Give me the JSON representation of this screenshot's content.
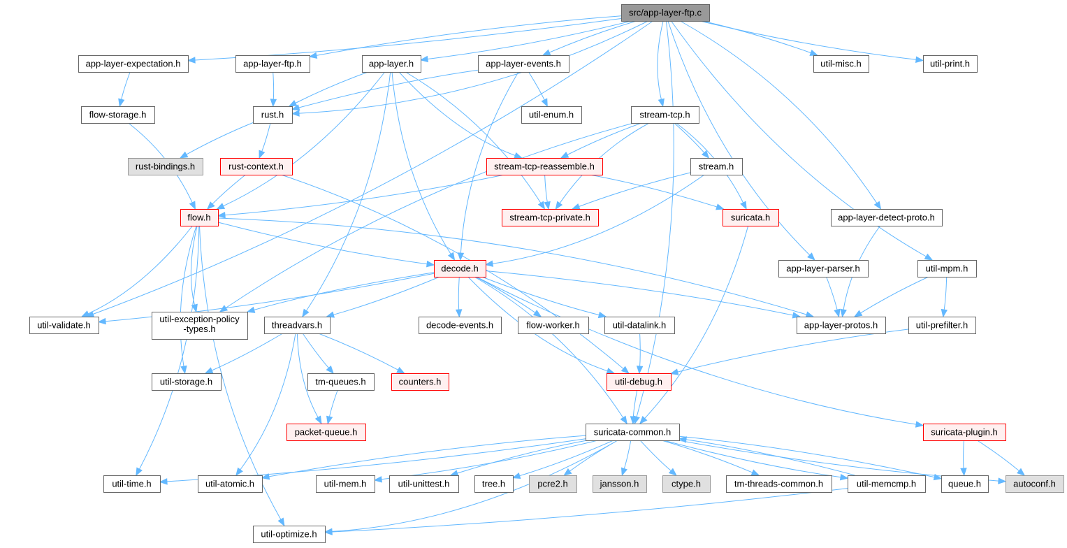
{
  "styles": {
    "root": {
      "fill": "#999999",
      "stroke": "#666666"
    },
    "normal": {
      "fill": "#ffffff",
      "stroke": "#666666"
    },
    "grey": {
      "fill": "#e0e0e0",
      "stroke": "#999999"
    },
    "truncated": {
      "fill": "#fff0f0",
      "stroke": "#ff0000"
    },
    "edge_color": "#63b8ff"
  },
  "nodes": [
    {
      "id": "root",
      "label": "src/app-layer-ftp.c",
      "style": "root"
    },
    {
      "id": "app-layer-expectation",
      "label": "app-layer-expectation.h",
      "style": "normal"
    },
    {
      "id": "app-layer-ftp",
      "label": "app-layer-ftp.h",
      "style": "normal"
    },
    {
      "id": "app-layer",
      "label": "app-layer.h",
      "style": "normal"
    },
    {
      "id": "app-layer-events",
      "label": "app-layer-events.h",
      "style": "normal"
    },
    {
      "id": "util-misc",
      "label": "util-misc.h",
      "style": "normal"
    },
    {
      "id": "util-print",
      "label": "util-print.h",
      "style": "normal"
    },
    {
      "id": "flow-storage",
      "label": "flow-storage.h",
      "style": "normal"
    },
    {
      "id": "rust",
      "label": "rust.h",
      "style": "normal"
    },
    {
      "id": "util-enum",
      "label": "util-enum.h",
      "style": "normal"
    },
    {
      "id": "stream-tcp",
      "label": "stream-tcp.h",
      "style": "normal"
    },
    {
      "id": "rust-bindings",
      "label": "rust-bindings.h",
      "style": "grey"
    },
    {
      "id": "rust-context",
      "label": "rust-context.h",
      "style": "truncated"
    },
    {
      "id": "stream-tcp-reassemble",
      "label": "stream-tcp-reassemble.h",
      "style": "truncated"
    },
    {
      "id": "stream",
      "label": "stream.h",
      "style": "normal"
    },
    {
      "id": "flow",
      "label": "flow.h",
      "style": "truncated"
    },
    {
      "id": "stream-tcp-private",
      "label": "stream-tcp-private.h",
      "style": "truncated"
    },
    {
      "id": "suricata",
      "label": "suricata.h",
      "style": "truncated"
    },
    {
      "id": "app-layer-detect-proto",
      "label": "app-layer-detect-proto.h",
      "style": "normal"
    },
    {
      "id": "decode",
      "label": "decode.h",
      "style": "truncated"
    },
    {
      "id": "app-layer-parser",
      "label": "app-layer-parser.h",
      "style": "normal"
    },
    {
      "id": "util-mpm",
      "label": "util-mpm.h",
      "style": "normal"
    },
    {
      "id": "util-validate",
      "label": "util-validate.h",
      "style": "normal"
    },
    {
      "id": "util-exception-policy-types",
      "label": "util-exception-policy",
      "label2": "-types.h",
      "style": "normal"
    },
    {
      "id": "threadvars",
      "label": "threadvars.h",
      "style": "normal"
    },
    {
      "id": "decode-events",
      "label": "decode-events.h",
      "style": "normal"
    },
    {
      "id": "flow-worker",
      "label": "flow-worker.h",
      "style": "normal"
    },
    {
      "id": "util-datalink",
      "label": "util-datalink.h",
      "style": "normal"
    },
    {
      "id": "app-layer-protos",
      "label": "app-layer-protos.h",
      "style": "normal"
    },
    {
      "id": "util-prefilter",
      "label": "util-prefilter.h",
      "style": "normal"
    },
    {
      "id": "util-storage",
      "label": "util-storage.h",
      "style": "normal"
    },
    {
      "id": "tm-queues",
      "label": "tm-queues.h",
      "style": "normal"
    },
    {
      "id": "counters",
      "label": "counters.h",
      "style": "truncated"
    },
    {
      "id": "util-debug",
      "label": "util-debug.h",
      "style": "truncated"
    },
    {
      "id": "packet-queue",
      "label": "packet-queue.h",
      "style": "truncated"
    },
    {
      "id": "suricata-common",
      "label": "suricata-common.h",
      "style": "normal"
    },
    {
      "id": "suricata-plugin",
      "label": "suricata-plugin.h",
      "style": "truncated"
    },
    {
      "id": "util-time",
      "label": "util-time.h",
      "style": "normal"
    },
    {
      "id": "util-atomic",
      "label": "util-atomic.h",
      "style": "normal"
    },
    {
      "id": "util-mem",
      "label": "util-mem.h",
      "style": "normal"
    },
    {
      "id": "util-unittest",
      "label": "util-unittest.h",
      "style": "normal"
    },
    {
      "id": "tree",
      "label": "tree.h",
      "style": "normal"
    },
    {
      "id": "pcre2",
      "label": "pcre2.h",
      "style": "grey"
    },
    {
      "id": "jansson",
      "label": "jansson.h",
      "style": "grey"
    },
    {
      "id": "ctype",
      "label": "ctype.h",
      "style": "grey"
    },
    {
      "id": "tm-threads-common",
      "label": "tm-threads-common.h",
      "style": "normal"
    },
    {
      "id": "util-memcmp",
      "label": "util-memcmp.h",
      "style": "normal"
    },
    {
      "id": "queue",
      "label": "queue.h",
      "style": "normal"
    },
    {
      "id": "autoconf",
      "label": "autoconf.h",
      "style": "grey"
    },
    {
      "id": "util-optimize",
      "label": "util-optimize.h",
      "style": "normal"
    }
  ],
  "edges": [
    [
      "root",
      "app-layer-expectation"
    ],
    [
      "root",
      "app-layer-ftp"
    ],
    [
      "root",
      "app-layer"
    ],
    [
      "root",
      "app-layer-events"
    ],
    [
      "root",
      "util-misc"
    ],
    [
      "root",
      "util-print"
    ],
    [
      "root",
      "rust"
    ],
    [
      "root",
      "stream-tcp"
    ],
    [
      "root",
      "util-validate"
    ],
    [
      "root",
      "app-layer-parser"
    ],
    [
      "root",
      "app-layer-detect-proto"
    ],
    [
      "root",
      "util-mpm"
    ],
    [
      "root",
      "suricata-common"
    ],
    [
      "app-layer-expectation",
      "flow-storage"
    ],
    [
      "app-layer-ftp",
      "rust"
    ],
    [
      "app-layer",
      "rust"
    ],
    [
      "app-layer",
      "flow"
    ],
    [
      "app-layer",
      "decode"
    ],
    [
      "app-layer",
      "threadvars"
    ],
    [
      "app-layer",
      "stream-tcp-reassemble"
    ],
    [
      "app-layer",
      "stream-tcp-private"
    ],
    [
      "app-layer-events",
      "rust"
    ],
    [
      "app-layer-events",
      "util-enum"
    ],
    [
      "app-layer-events",
      "decode"
    ],
    [
      "flow-storage",
      "flow"
    ],
    [
      "rust",
      "rust-bindings"
    ],
    [
      "rust",
      "rust-context"
    ],
    [
      "rust-context",
      "flow"
    ],
    [
      "rust-context",
      "util-debug"
    ],
    [
      "stream-tcp",
      "stream-tcp-reassemble"
    ],
    [
      "stream-tcp",
      "stream"
    ],
    [
      "stream-tcp",
      "stream-tcp-private"
    ],
    [
      "stream-tcp",
      "suricata"
    ],
    [
      "stream-tcp",
      "util-exception-policy-types"
    ],
    [
      "stream-tcp-reassemble",
      "flow"
    ],
    [
      "stream-tcp-reassemble",
      "stream-tcp-private"
    ],
    [
      "stream-tcp-reassemble",
      "suricata"
    ],
    [
      "stream",
      "stream-tcp-private"
    ],
    [
      "stream",
      "decode"
    ],
    [
      "flow",
      "decode"
    ],
    [
      "flow",
      "util-validate"
    ],
    [
      "flow",
      "util-exception-policy-types"
    ],
    [
      "flow",
      "util-time"
    ],
    [
      "flow",
      "util-storage"
    ],
    [
      "flow",
      "app-layer-protos"
    ],
    [
      "flow",
      "util-optimize"
    ],
    [
      "suricata",
      "suricata-common"
    ],
    [
      "app-layer-detect-proto",
      "app-layer-protos"
    ],
    [
      "decode",
      "util-validate"
    ],
    [
      "decode",
      "util-exception-policy-types"
    ],
    [
      "decode",
      "threadvars"
    ],
    [
      "decode",
      "decode-events"
    ],
    [
      "decode",
      "flow-worker"
    ],
    [
      "decode",
      "util-datalink"
    ],
    [
      "decode",
      "app-layer-protos"
    ],
    [
      "decode",
      "util-debug"
    ],
    [
      "decode",
      "suricata-common"
    ],
    [
      "decode",
      "suricata-plugin"
    ],
    [
      "app-layer-parser",
      "app-layer-protos"
    ],
    [
      "util-mpm",
      "app-layer-protos"
    ],
    [
      "util-mpm",
      "util-prefilter"
    ],
    [
      "util-prefilter",
      "util-debug"
    ],
    [
      "threadvars",
      "util-storage"
    ],
    [
      "threadvars",
      "tm-queues"
    ],
    [
      "threadvars",
      "counters"
    ],
    [
      "threadvars",
      "packet-queue"
    ],
    [
      "threadvars",
      "util-atomic"
    ],
    [
      "tm-queues",
      "packet-queue"
    ],
    [
      "util-datalink",
      "util-debug"
    ],
    [
      "util-debug",
      "suricata-common"
    ],
    [
      "suricata-common",
      "util-time"
    ],
    [
      "suricata-common",
      "util-atomic"
    ],
    [
      "suricata-common",
      "util-mem"
    ],
    [
      "suricata-common",
      "util-unittest"
    ],
    [
      "suricata-common",
      "tree"
    ],
    [
      "suricata-common",
      "pcre2"
    ],
    [
      "suricata-common",
      "jansson"
    ],
    [
      "suricata-common",
      "ctype"
    ],
    [
      "suricata-common",
      "tm-threads-common"
    ],
    [
      "suricata-common",
      "util-memcmp"
    ],
    [
      "suricata-common",
      "queue"
    ],
    [
      "suricata-common",
      "autoconf"
    ],
    [
      "suricata-common",
      "util-optimize"
    ],
    [
      "util-memcmp",
      "suricata-common"
    ],
    [
      "util-memcmp",
      "util-optimize"
    ],
    [
      "suricata-plugin",
      "queue"
    ],
    [
      "suricata-plugin",
      "autoconf"
    ]
  ]
}
